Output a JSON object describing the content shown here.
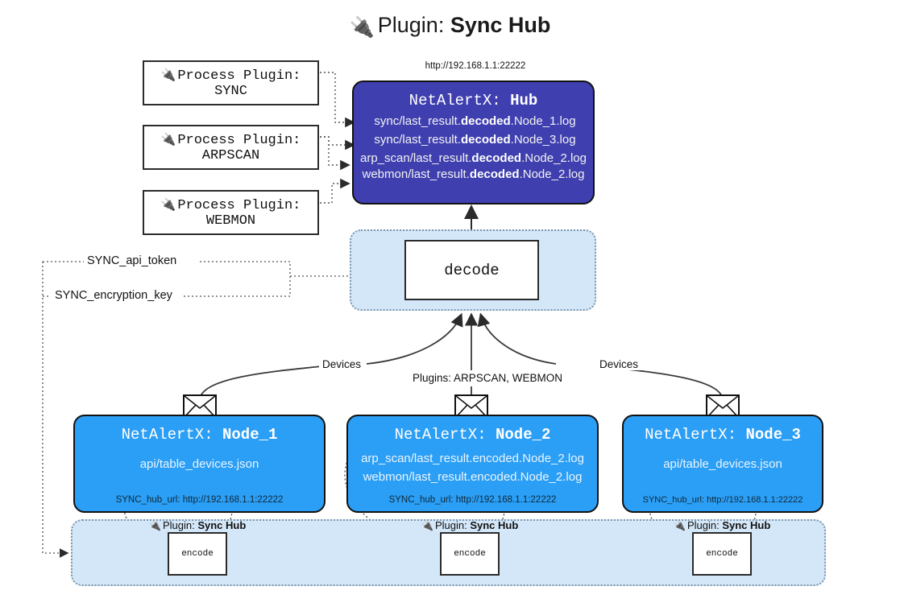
{
  "title": {
    "icon": "plug-icon",
    "prefix": "Plugin: ",
    "name": "Sync Hub"
  },
  "hub": {
    "url": "http://192.168.1.1:22222",
    "title_prefix": "NetAlertX: ",
    "title_name": "Hub",
    "lines": [
      {
        "pre": "sync/last_result.",
        "strong": "decoded",
        "post": ".Node_1.log"
      },
      {
        "pre": "sync/last_result.",
        "strong": "decoded",
        "post": ".Node_3.log"
      },
      {
        "pre": "arp_scan/last_result.",
        "strong": "decoded",
        "post": ".Node_2.log"
      },
      {
        "pre": "webmon/last_result.",
        "strong": "decoded",
        "post": ".Node_2.log"
      }
    ]
  },
  "process_plugins": [
    {
      "icon": "plug-icon",
      "line1": "Process Plugin:",
      "line2": "SYNC"
    },
    {
      "icon": "plug-icon",
      "line1": "Process Plugin:",
      "line2": "ARPSCAN"
    },
    {
      "icon": "plug-icon",
      "line1": "Process Plugin:",
      "line2": "WEBMON"
    }
  ],
  "decode": {
    "label": "decode"
  },
  "keys": [
    {
      "label": "SYNC_api_token"
    },
    {
      "label": "SYNC_encryption_key"
    }
  ],
  "edge_labels": {
    "left_devices": "Devices",
    "right_devices": "Devices",
    "center_plugins": "Plugins: ARPSCAN, WEBMON"
  },
  "nodes": [
    {
      "icon": "envelope-icon",
      "title_prefix": "NetAlertX: ",
      "title_name": "Node_1",
      "lines": [
        "api/table_devices.json"
      ],
      "hub_url": "SYNC_hub_url: http://192.168.1.1:22222"
    },
    {
      "icon": "envelope-icon",
      "title_prefix": "NetAlertX: ",
      "title_name": "Node_2",
      "lines": [
        "arp_scan/last_result.encoded.Node_2.log",
        "webmon/last_result.encoded.Node_2.log"
      ],
      "hub_url": "SYNC_hub_url: http://192.168.1.1:22222"
    },
    {
      "icon": "envelope-icon",
      "title_prefix": "NetAlertX: ",
      "title_name": "Node_3",
      "lines": [
        "api/table_devices.json"
      ],
      "hub_url": "SYNC_hub_url: http://192.168.1.1:22222"
    }
  ],
  "encoders": [
    {
      "icon": "plug-icon",
      "caption_prefix": "Plugin: ",
      "caption_name": "Sync Hub",
      "label": "encode"
    },
    {
      "icon": "plug-icon",
      "caption_prefix": "Plugin: ",
      "caption_name": "Sync Hub",
      "label": "encode"
    },
    {
      "icon": "plug-icon",
      "caption_prefix": "Plugin: ",
      "caption_name": "Sync Hub",
      "label": "encode"
    }
  ],
  "colors": {
    "hub": "#3f3fb0",
    "node": "#2b9ef5",
    "panel": "#d4e7f8",
    "border": "#111111"
  }
}
